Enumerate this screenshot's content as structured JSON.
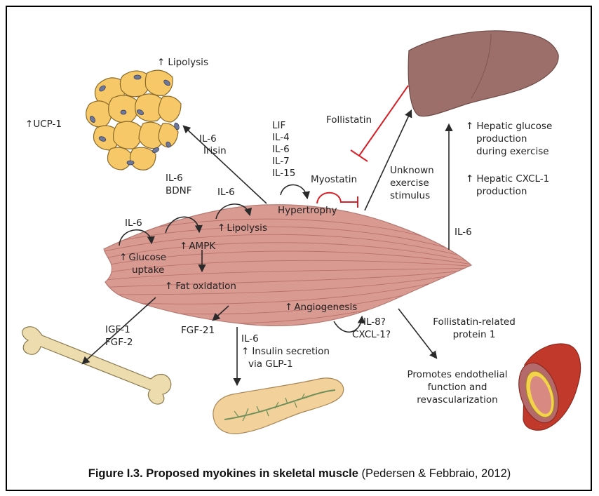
{
  "labels": {
    "lipolysis_fat": "Lipolysis",
    "ucp1": "UCP-1",
    "il6_irisin_1": "IL-6",
    "il6_irisin_2": "Irisin",
    "lif_1": "LIF",
    "lif_2": "IL-4",
    "lif_3": "IL-6",
    "lif_4": "IL-7",
    "lif_5": "IL-15",
    "follistatin": "Follistatin",
    "myostatin": "Myostatin",
    "hypertrophy": "Hypertrophy",
    "unknown_1": "Unknown",
    "unknown_2": "exercise",
    "unknown_3": "stimulus",
    "hepatic_gluc_1": "Hepatic glucose",
    "hepatic_gluc_2": "production",
    "hepatic_gluc_3": "during exercise",
    "hepatic_cxcl_1": "Hepatic CXCL-1",
    "hepatic_cxcl_2": "production",
    "il6_liver": "IL-6",
    "il6_bdnf_1": "IL-6",
    "il6_bdnf_2": "BDNF",
    "il6_lipo": "IL-6",
    "lipolysis_muscle": "Lipolysis",
    "il6_glucose": "IL-6",
    "glucose_1": "Glucose",
    "glucose_2": "uptake",
    "ampk": "AMPK",
    "fat_oxidation": "Fat oxidation",
    "angiogenesis": "Angiogenesis",
    "il8": "IL-8?",
    "cxcl1": "CXCL-1?",
    "igf1": "IGF-1",
    "fgf2": "FGF-2",
    "fgf21": "FGF-21",
    "il6_pancreas": "IL-6",
    "insulin_1": "Insulin secretion",
    "insulin_2": "via GLP-1",
    "fstl_1": "Follistatin-related",
    "fstl_2": "protein 1",
    "endo_1": "Promotes endothelial",
    "endo_2": "function and",
    "endo_3": "revascularization",
    "up_arrow": "↑"
  },
  "caption": {
    "bold": "Figure I.3. Proposed  myokines in skeletal muscle",
    "normal": " (Pedersen & Febbraio, 2012)"
  },
  "colors": {
    "muscle": "#d99a92",
    "muscle_stripe": "#b9736c",
    "fat": "#f6c867",
    "fat_edge": "#8a6a2a",
    "nucleus": "#6f7898",
    "liver": "#9c6f6a",
    "inhibit": "#d62027",
    "bone": "#ecdcae",
    "pancreas": "#f2d19b",
    "vessel_outer": "#c0392b",
    "vessel_inner": "#f3d34a"
  }
}
